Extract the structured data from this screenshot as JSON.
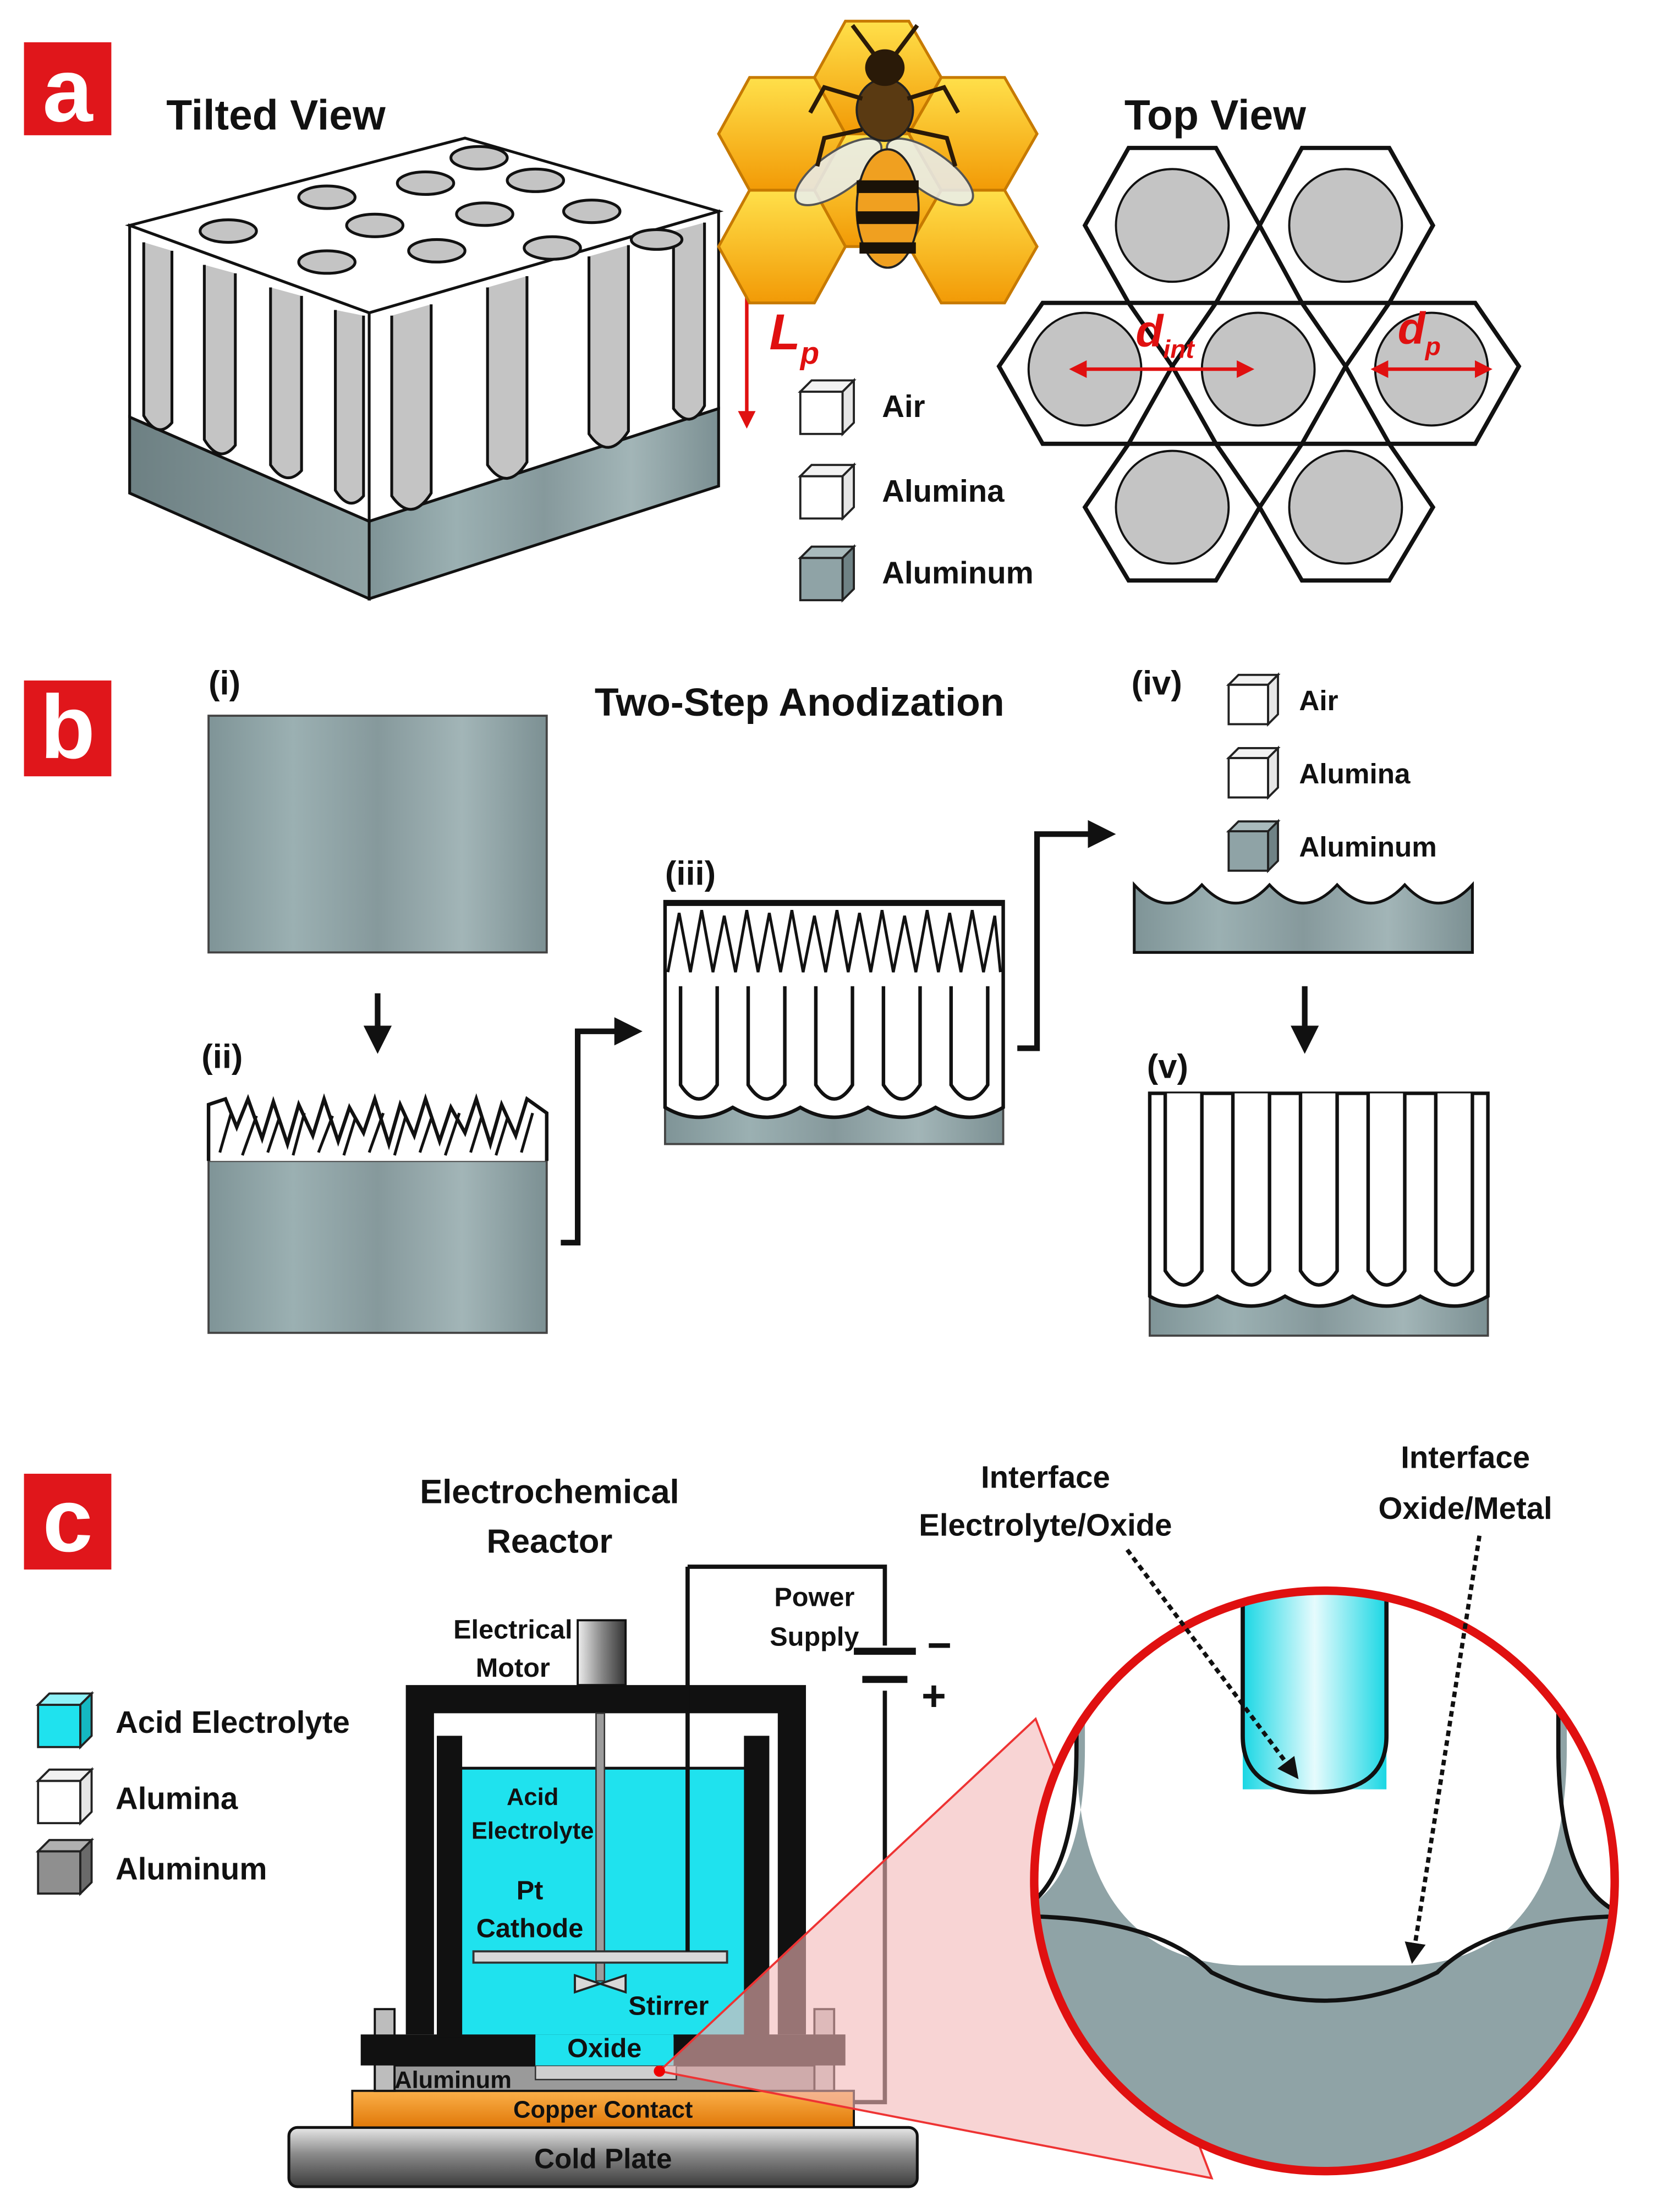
{
  "colors": {
    "badge": "#e0161b",
    "metal": "#8fa3a6",
    "metal_dark": "#6f8285",
    "pore": "#c4c4c4",
    "electrolyte": "#1fe2ee",
    "copper": "#f28a10",
    "dimension_red": "#e01010"
  },
  "panel_a": {
    "badge": "a",
    "tilted_title": "Tilted View",
    "top_title": "Top View",
    "lp_main": "L",
    "lp_sub": "p",
    "dint_main": "d",
    "dint_sub": "int",
    "dp_main": "d",
    "dp_sub": "p",
    "legend": [
      "Air",
      "Alumina",
      "Aluminum"
    ],
    "bee_icon": "bee-on-honeycomb-icon"
  },
  "panel_b": {
    "badge": "b",
    "title": "Two-Step Anodization",
    "steps": [
      "(i)",
      "(ii)",
      "(iii)",
      "(iv)",
      "(v)"
    ],
    "legend": [
      "Air",
      "Alumina",
      "Aluminum"
    ]
  },
  "panel_c": {
    "badge": "c",
    "reactor_title_1": "Electrochemical",
    "reactor_title_2": "Reactor",
    "motor_1": "Electrical",
    "motor_2": "Motor",
    "power_1": "Power",
    "power_2": "Supply",
    "minus": "−",
    "plus": "+",
    "acid_1": "Acid",
    "acid_2": "Electrolyte",
    "cathode_1": "Pt",
    "cathode_2": "Cathode",
    "stirrer": "Stirrer",
    "oxide": "Oxide",
    "aluminum": "Aluminum",
    "copper": "Copper Contact",
    "cold_plate": "Cold Plate",
    "iface1_1": "Interface",
    "iface1_2": "Electrolyte/Oxide",
    "iface2_1": "Interface",
    "iface2_2": "Oxide/Metal",
    "legend": [
      "Acid Electrolyte",
      "Alumina",
      "Aluminum"
    ]
  }
}
